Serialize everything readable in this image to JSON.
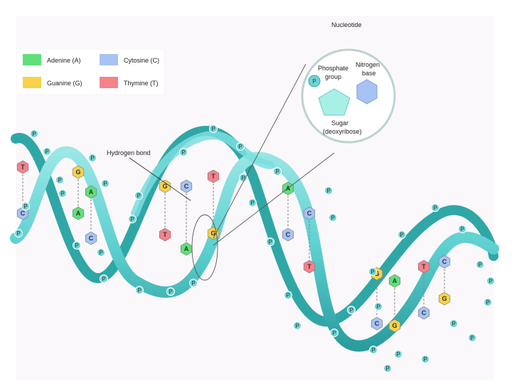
{
  "legend": {
    "items": [
      {
        "label": "Adenine (A)",
        "color": "#5fe07a"
      },
      {
        "label": "Cytosine (C)",
        "color": "#a6c3f3"
      },
      {
        "label": "Guanine (G)",
        "color": "#f7d24a"
      },
      {
        "label": "Thymine (T)",
        "color": "#f3828b"
      }
    ]
  },
  "labels": {
    "nucleotide": "Nucleotide",
    "phosphate_group_line1": "Phosphate",
    "phosphate_group_line2": "group",
    "nitrogen_base_line1": "Nitrogen",
    "nitrogen_base_line2": "base",
    "sugar_line1": "Sugar",
    "sugar_line2": "(deoxyribose)",
    "hydrogen_bond": "Hydrogen bond",
    "phosphate_letter": "P"
  },
  "colors": {
    "background": "#fbf8fb",
    "backbone": "#6ed6d6",
    "backbone_dark": "#2fa7a7",
    "adenine": "#5fe07a",
    "guanine": "#f7d24a",
    "cytosine": "#a6c3f3",
    "thymine": "#f3828b",
    "phosphate": "#6fd3d3",
    "sugar": "#a8efe6"
  },
  "base_pairs": [
    {
      "left": "T",
      "right": "C"
    },
    {
      "left": "G",
      "right": "A"
    },
    {
      "left": "A",
      "right": "C"
    },
    {
      "left": "G",
      "right": "T"
    },
    {
      "left": "C",
      "right": "A"
    },
    {
      "left": "T",
      "right": "G"
    },
    {
      "left": "A",
      "right": "C"
    },
    {
      "left": "C",
      "right": "T"
    },
    {
      "left": "G",
      "right": "C"
    },
    {
      "left": "A",
      "right": "G"
    },
    {
      "left": "T",
      "right": "C"
    },
    {
      "left": "C",
      "right": "G"
    }
  ]
}
